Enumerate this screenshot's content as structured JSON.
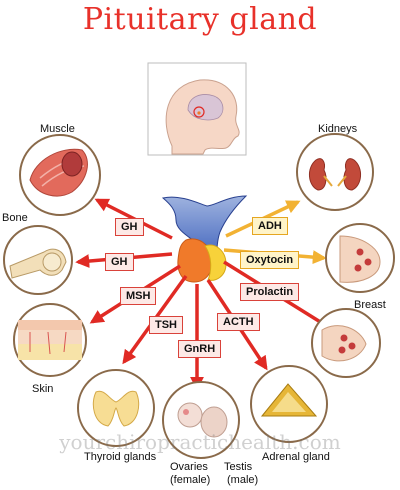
{
  "title": "Pituitary gland",
  "hormones": {
    "gh_top": "GH",
    "gh_bottom": "GH",
    "msh": "MSH",
    "tsh": "TSH",
    "gnrh": "GnRH",
    "acth": "ACTH",
    "adh": "ADH",
    "oxytocin": "Oxytocin",
    "prolactin": "Prolactin"
  },
  "targets": {
    "muscle": "Muscle",
    "bone": "Bone",
    "skin": "Skin",
    "thyroid": "Thyroid glands",
    "ovaries": "Ovaries",
    "ovaries_sub": "(female)",
    "testis": "Testis",
    "testis_sub": "(male)",
    "adrenal": "Adrenal gland",
    "breast": "Breast",
    "kidneys": "Kidneys"
  },
  "watermark": "yourchiropractichealth.com",
  "colors": {
    "title": "#e8312a",
    "red_arrow": "#e02a24",
    "yellow_arrow": "#f2b233",
    "anterior_lobe": "#f07a2a",
    "posterior_lobe": "#f7d23a",
    "stalk": "#2f55b7"
  }
}
